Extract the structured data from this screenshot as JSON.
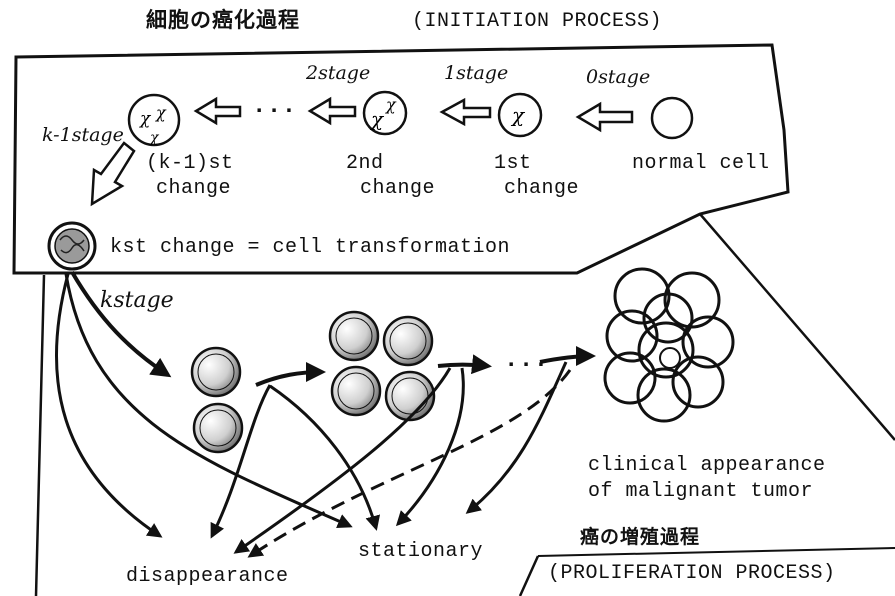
{
  "title": {
    "japanese": "細胞の癌化過程",
    "english": "(INITIATION PROCESS)"
  },
  "initiation": {
    "stages": [
      {
        "stage": "0stage",
        "label_lines": [
          "normal cell"
        ],
        "marking": ""
      },
      {
        "stage": "1stage",
        "label_lines": [
          "1st",
          "change"
        ],
        "marking": "χ"
      },
      {
        "stage": "2stage",
        "label_lines": [
          "2nd",
          "change"
        ],
        "marking": "χχ"
      },
      {
        "stage": "k-1stage",
        "label_lines": [
          "(k-1)st",
          "change"
        ],
        "marking": "χχχ"
      }
    ],
    "ellipsis": "···",
    "final": "kst change = cell transformation"
  },
  "proliferation": {
    "stage": "kstage",
    "ellipsis": "···",
    "tumor_label_lines": [
      "clinical appearance",
      "of malignant tumor"
    ],
    "outcomes": [
      "disappearance",
      "stationary"
    ],
    "title_japanese": "癌の増殖過程",
    "title_english": "(PROLIFERATION PROCESS)"
  }
}
